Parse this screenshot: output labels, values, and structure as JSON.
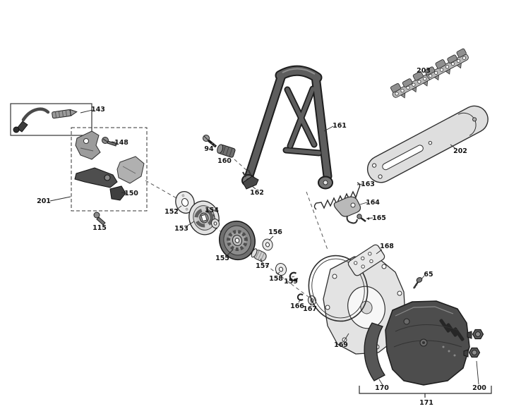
{
  "figure": {
    "kind": "chainsaw exploded parts diagram",
    "background": "#ffffff",
    "line_color": "#1a1a1a"
  },
  "labels": {
    "n65": "65",
    "n94": "94",
    "n115": "115",
    "n143": "143",
    "n148": "148",
    "n150": "150",
    "n152": "152",
    "n153": "153",
    "n154": "154",
    "n155": "155",
    "n156": "156",
    "n157": "157",
    "n158": "158",
    "n159": "159",
    "n160": "160",
    "n161": "161",
    "n162": "162",
    "n163": "163",
    "n164": "164",
    "n165": "165",
    "n166": "166",
    "n167": "167",
    "n168": "168",
    "n169": "169",
    "n170": "170",
    "n171": "171",
    "n200": "200",
    "n201": "201",
    "n202": "202",
    "n203": "203"
  }
}
